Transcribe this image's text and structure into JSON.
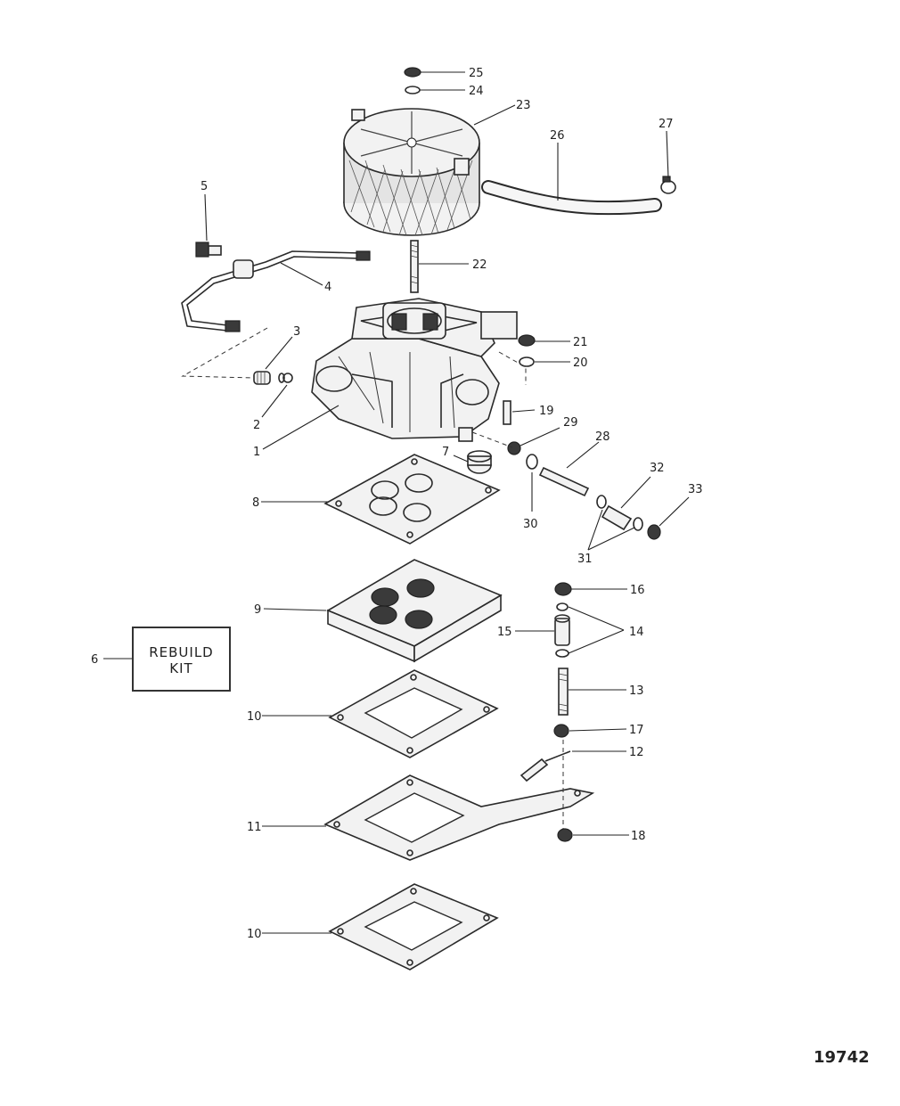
{
  "figure_number": "19742",
  "rebuild_kit": {
    "line1": "REBUILD",
    "line2": "KIT"
  },
  "callouts": {
    "c1": "1",
    "c2": "2",
    "c3": "3",
    "c4": "4",
    "c5": "5",
    "c6": "6",
    "c7": "7",
    "c8": "8",
    "c9": "9",
    "c10a": "10",
    "c10b": "10",
    "c11": "11",
    "c12": "12",
    "c13": "13",
    "c14": "14",
    "c15": "15",
    "c16": "16",
    "c17": "17",
    "c18": "18",
    "c19": "19",
    "c20": "20",
    "c21": "21",
    "c22": "22",
    "c23": "23",
    "c24": "24",
    "c25": "25",
    "c26": "26",
    "c27": "27",
    "c28": "28",
    "c29": "29",
    "c30": "30",
    "c31": "31",
    "c32": "32",
    "c33": "33"
  }
}
